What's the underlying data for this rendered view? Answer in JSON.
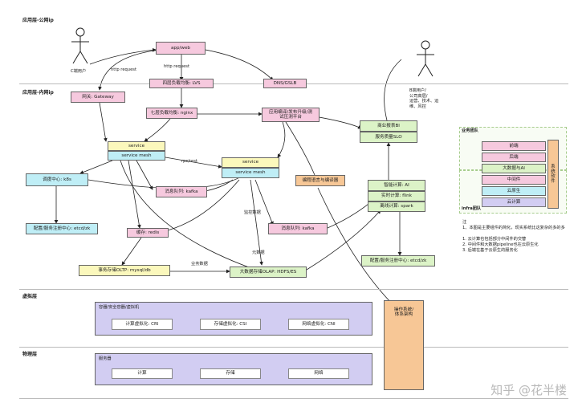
{
  "layers": {
    "app_public": "应用层-公网ip",
    "app_internal": "应用层-内网ip",
    "virtual": "虚拟层",
    "physical": "物理层"
  },
  "actors": {
    "c_user": "C端用户",
    "b_user": "B端用户/\n公司高层/\n运营、技术、运\n维、风控"
  },
  "nodes": {
    "app_web": "app/web",
    "lvs": "四层负载均衡: LVS",
    "dns": "DNS/GSLB",
    "gateway": "网关: Gateway",
    "nginx": "七层负载均衡: nginx",
    "deploy": "应用编译/发布升级/测\n试压测平台",
    "bi": "商业报表BI",
    "slo": "服务质量SLO",
    "service": "service",
    "service_mesh": "service mesh",
    "k8s": "调度中心: k8s",
    "mq_kafka": "消息队列: kafka",
    "etcd_zk": "配置/服务注册中心: etcd/zk",
    "redis": "缓存: redis",
    "lang": "编程语言与编译器",
    "ai": "智能计算: AI",
    "flink": "实时计算: flink",
    "spark": "离线计算: spark",
    "kafka2": "消息队列: kafka",
    "oltp": "事务存储OLTP: mysql/db",
    "olap": "大数据存储OLAP: HDFS/ES",
    "etcd_zk2": "配置/服务注册中心: etcd/zk",
    "os": "操作系统/\n体系架构"
  },
  "edge_labels": {
    "http1": "http request",
    "http2": "http request",
    "rpc": "rpc/rest",
    "monitor": "监控数据",
    "meta": "元数据",
    "biz": "业务数据"
  },
  "virtual_layer": {
    "container": "容器/安全容器/虚拟机",
    "cri": "计算虚拟化: CRI",
    "csi": "存储虚拟化: CSI",
    "cni": "网络虚拟化: CNI"
  },
  "physical_layer": {
    "server": "服务器",
    "compute": "计算",
    "storage": "存储",
    "network": "网络"
  },
  "teams": {
    "business": "业务团队",
    "infra": "infra团队",
    "frontend": "前端",
    "backend": "后端",
    "bigdata_ai": "大数据与AI",
    "middleware": "中间件",
    "cloud_native": "云原生",
    "cloud_compute": "云计算",
    "system_software": "系\n统\n软\n件"
  },
  "notes": {
    "title": "注",
    "line0": "1、本图是主要组件的简化，现实系统比这复杂的多的多",
    "line1": "1. 云计算也包括部分中间件的交替",
    "line2": "2. 中间件和大数据pipeline也在云原生化",
    "line3": "3. 后端在基于云原生的服务化"
  },
  "watermark": "知乎 @花半楼",
  "colors": {
    "pink": "#f6c9de",
    "green": "#dcf3c7",
    "cyan": "#bfeef6",
    "yellow": "#fbf8bc",
    "orange": "#f7c796",
    "purple": "#d2cdf2"
  }
}
